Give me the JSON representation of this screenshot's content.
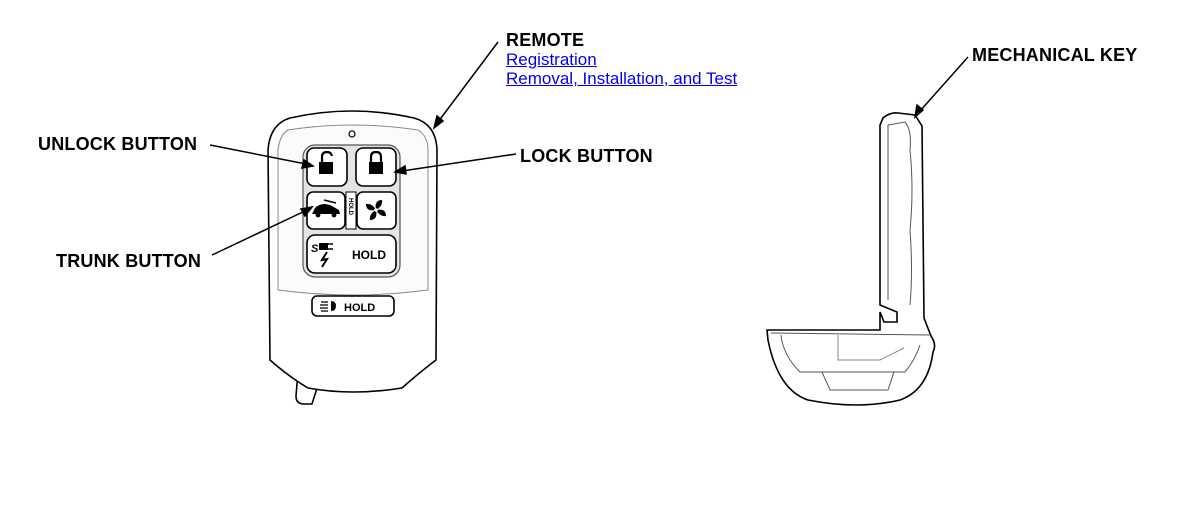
{
  "callouts": {
    "remote": "REMOTE",
    "unlock_button": "UNLOCK BUTTON",
    "lock_button": "LOCK BUTTON",
    "trunk_button": "TRUNK BUTTON",
    "mechanical_key": "MECHANICAL KEY"
  },
  "links": {
    "registration": "Registration",
    "removal_installation_test": "Removal, Installation, and Test"
  },
  "fob_labels": {
    "hold_main": "HOLD",
    "hold_light": "HOLD",
    "hold_vertical": "HOLD"
  },
  "icons": {
    "unlock": "unlock-padlock-icon",
    "lock": "lock-padlock-icon",
    "trunk": "car-trunk-icon",
    "fan": "fan-icon",
    "remote_start": "remote-start-icon",
    "light": "headlight-icon"
  },
  "colors": {
    "line": "#000000",
    "fob_fill": "#ffffff",
    "shadow": "#c8c8c8",
    "link": "#0000ee"
  }
}
